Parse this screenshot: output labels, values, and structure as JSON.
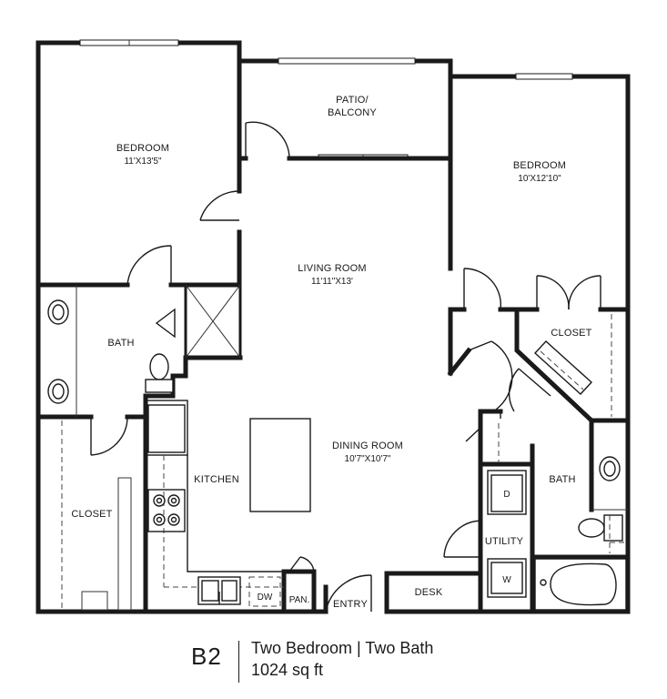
{
  "plan": {
    "unit_code": "B2",
    "unit_type": "Two Bedroom  |  Two Bath",
    "area": "1024 sq ft"
  },
  "rooms": {
    "bedroom_left": {
      "name": "BEDROOM",
      "dims": "11'X13'5\""
    },
    "patio": {
      "name_line1": "PATIO/",
      "name_line2": "BALCONY"
    },
    "bedroom_right": {
      "name": "BEDROOM",
      "dims": "10'X12'10\""
    },
    "living": {
      "name": "LIVING ROOM",
      "dims": "11'11\"X13'"
    },
    "bath_left": {
      "name": "BATH"
    },
    "closet_right": {
      "name": "CLOSET"
    },
    "dining": {
      "name": "DINING ROOM",
      "dims": "10'7\"X10'7\""
    },
    "kitchen": {
      "name": "KITCHEN"
    },
    "bath_right": {
      "name": "BATH"
    },
    "closet_left": {
      "name": "CLOSET"
    },
    "utility": {
      "name": "UTILITY"
    },
    "desk": {
      "name": "DESK"
    },
    "entry": {
      "name": "ENTRY"
    }
  },
  "fixtures": {
    "dishwasher": "DW",
    "pantry": "PAN.",
    "dryer": "D",
    "washer": "W"
  }
}
